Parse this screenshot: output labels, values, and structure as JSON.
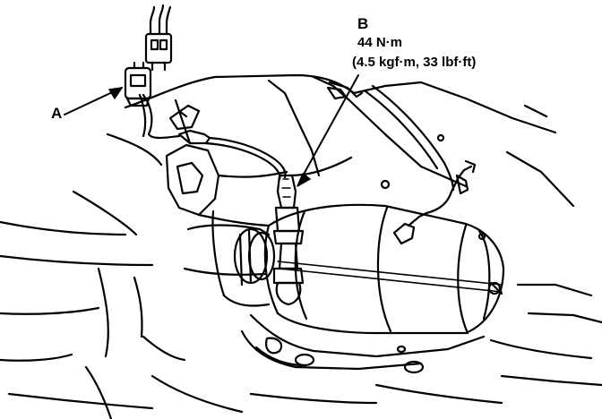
{
  "callouts": {
    "a": {
      "letter": "A"
    },
    "b": {
      "letter": "B",
      "torque_primary": "44 N·m",
      "torque_secondary": "(4.5 kgf·m, 33 lbf·ft)"
    }
  }
}
